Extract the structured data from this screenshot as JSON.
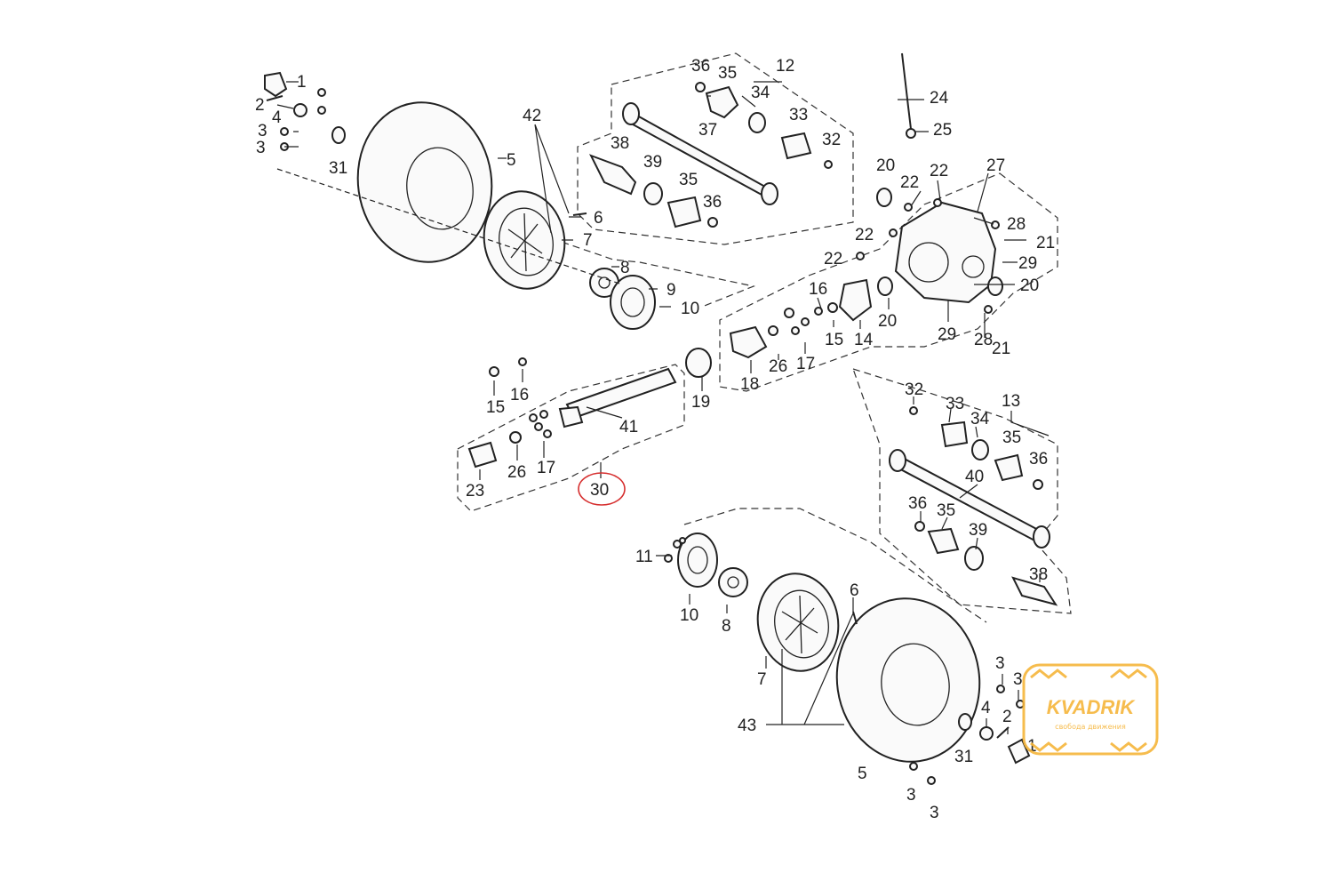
{
  "diagram": {
    "labels": {
      "l1a": "1",
      "l2a": "2",
      "l3a": "3",
      "l3b": "3",
      "l4a": "4",
      "l31a": "31",
      "l5a": "5",
      "l42": "42",
      "l6a": "6",
      "l7a": "7",
      "l8a": "8",
      "l9": "9",
      "l10a": "10",
      "l36a": "36",
      "l35a": "35",
      "l12": "12",
      "l34a": "34",
      "l33a": "33",
      "l32a": "32",
      "l37": "37",
      "l38a": "38",
      "l39a": "39",
      "l35b": "35",
      "l36b": "36",
      "l24": "24",
      "l25": "25",
      "l20a": "20",
      "l22a": "22",
      "l22b": "22",
      "l27": "27",
      "l22c": "22",
      "l28a": "28",
      "l21a": "21",
      "l22d": "22",
      "l29a": "29",
      "l20b": "20",
      "l16a": "16",
      "l15a": "15",
      "l14": "14",
      "l20c": "20",
      "l29b": "29",
      "l28b": "28",
      "l21b": "21",
      "l18": "18",
      "l26a": "26",
      "l17a": "17",
      "l19": "19",
      "l15b": "15",
      "l16b": "16",
      "l41": "41",
      "l23": "23",
      "l26b": "26",
      "l17b": "17",
      "l30": "30",
      "l32b": "32",
      "l33b": "33",
      "l13": "13",
      "l34b": "34",
      "l35c": "35",
      "l36c": "36",
      "l40": "40",
      "l36d": "36",
      "l35d": "35",
      "l39b": "39",
      "l38b": "38",
      "l11": "11",
      "l10b": "10",
      "l8b": "8",
      "l6b": "6",
      "l7b": "7",
      "l43": "43",
      "l3c": "3",
      "l3d": "3",
      "l4b": "4",
      "l2b": "2",
      "l1b": "1",
      "l31b": "31",
      "l5b": "5",
      "l3e": "3",
      "l3f": "3"
    },
    "highlight_label": "l30",
    "highlight_color": "#d62f2f"
  },
  "logo": {
    "text": "KVADRIK",
    "tagline": "свобода движения",
    "color": "#f6b53a"
  }
}
